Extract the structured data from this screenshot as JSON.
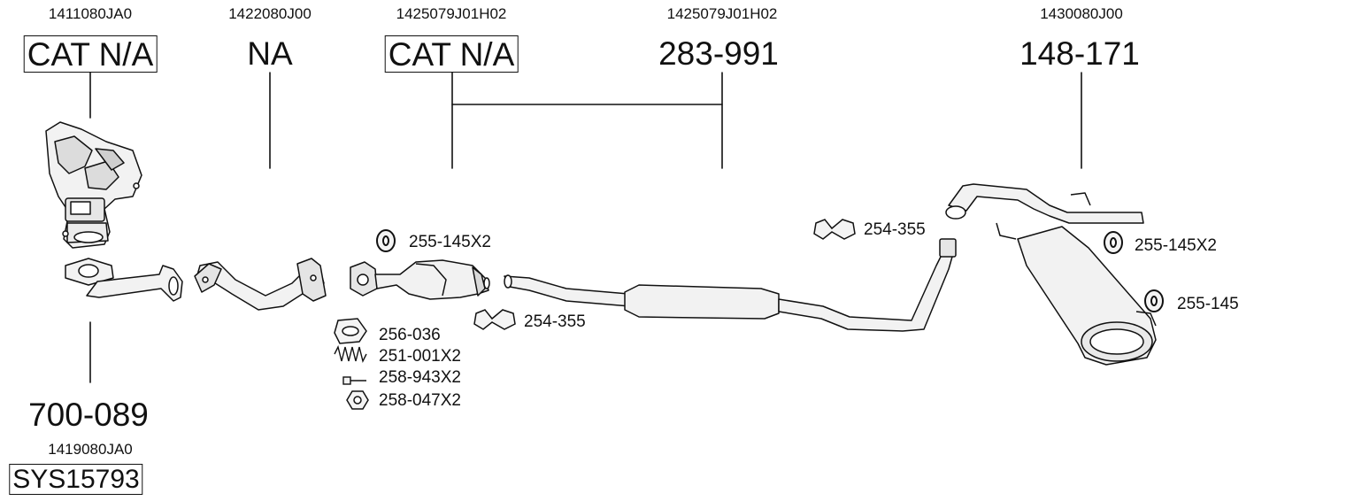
{
  "oem_numbers": {
    "manifold": "1411080JA0",
    "front_pipe": "1422080J00",
    "catalyst": "1425079J01H02",
    "middle_section": "1425079J01H02",
    "rear_silencer": "1430080J00",
    "system": "1419080JA0"
  },
  "main_parts": {
    "manifold": "CAT N/A",
    "front_pipe": "NA",
    "catalyst": "CAT N/A",
    "middle_section": "283-991",
    "rear_silencer": "148-171",
    "front_pipe_bottom": "700-089",
    "system": "SYS15793"
  },
  "accessories": {
    "hanger_left": "255-145X2",
    "gasket": "256-036",
    "spring": "251-001X2",
    "bolt": "258-943X2",
    "nut": "258-047X2",
    "clamp_middle": "254-355",
    "clamp_right": "254-355",
    "hanger_right": "255-145X2",
    "hanger_rear": "255-145"
  }
}
